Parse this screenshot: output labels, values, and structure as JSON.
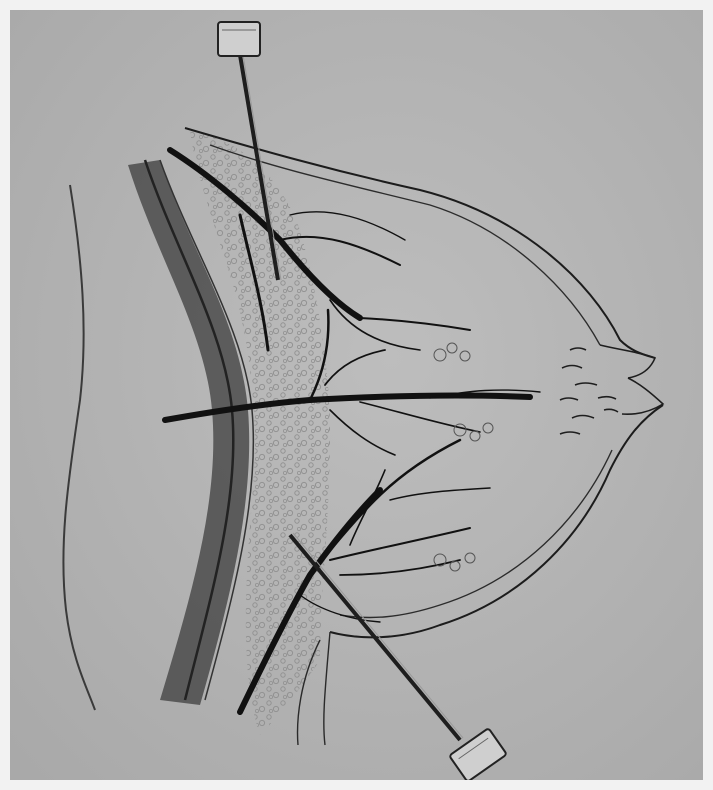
{
  "image": {
    "kind": "pencil medical illustration (no visible text)",
    "colors": {
      "paper": "#a9a9a9",
      "paper_light": "#bdbdbd",
      "border": "#f2f2f2",
      "ink": "#111111",
      "ink_soft": "#2a2a2a",
      "shadow": "#3d3d3d",
      "gland_texture": "#8e8e8e",
      "needle_hub": "#cfcfcf"
    },
    "elements": [
      "body-outline",
      "chest-wall",
      "breast-outline",
      "nipple-areola",
      "milk-duct-tree",
      "glandular-texture",
      "upper-needle",
      "lower-needle"
    ]
  }
}
